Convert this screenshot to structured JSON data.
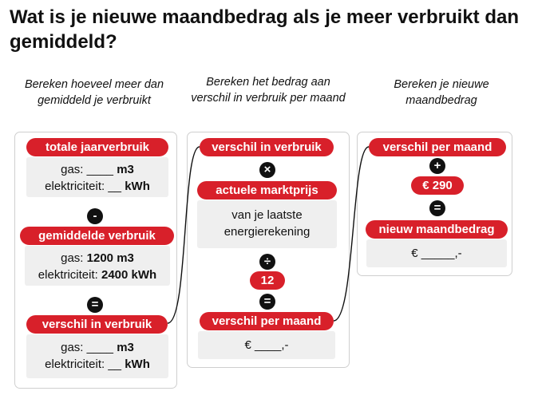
{
  "title": "Wat is je nieuwe maandbedrag als je meer verbruikt dan gemiddeld?",
  "columns": [
    {
      "heading": "Bereken hoeveel meer dan gemiddeld je verbruikt",
      "step1": {
        "label": "totale jaarverbruik",
        "gas_prefix": "gas: ____ ",
        "gas_unit": "m3",
        "elec_prefix": "elektriciteit: __ ",
        "elec_unit": "kWh"
      },
      "op1": "-",
      "step2": {
        "label": "gemiddelde verbruik",
        "gas_prefix": "gas: ",
        "gas_value": "1200 m3",
        "elec_prefix": "elektriciteit: ",
        "elec_value": "2400 kWh"
      },
      "op2": "=",
      "step3": {
        "label": "verschil in verbruik",
        "gas_prefix": "gas: ____ ",
        "gas_unit": "m3",
        "elec_prefix": "elektriciteit: __ ",
        "elec_unit": "kWh"
      }
    },
    {
      "heading": "Bereken het bedrag aan verschil in verbruik per maand",
      "step1": {
        "label": "verschil in verbruik"
      },
      "op1": "×",
      "step2": {
        "label": "actuele marktprijs",
        "line1": "van je laatste",
        "line2": "energierekening"
      },
      "op2": "÷",
      "divisor": "12",
      "op3": "=",
      "step3": {
        "label": "verschil per maand",
        "value": "€ ____,-"
      }
    },
    {
      "heading": "Bereken je nieuwe maandbedrag",
      "step1": {
        "label": "verschil per maand"
      },
      "op1": "+",
      "amount": "€ 290",
      "op2": "=",
      "step2": {
        "label": "nieuw maandbedrag",
        "value": "€ _____,-"
      }
    }
  ],
  "colors": {
    "accent": "#d8202a",
    "box_bg": "#efefef",
    "border": "#cfcfcf",
    "operator": "#111111"
  }
}
